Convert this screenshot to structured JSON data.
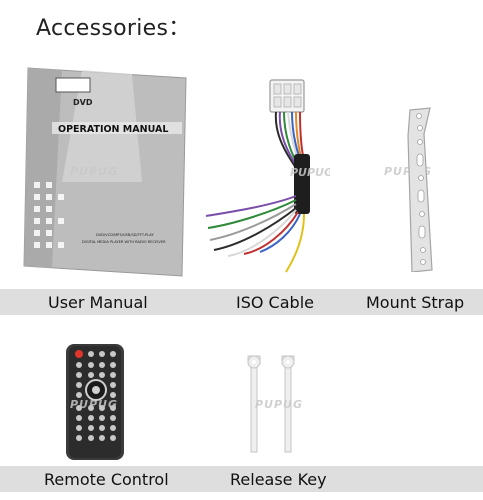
{
  "page": {
    "title": "Accessories："
  },
  "items": [
    {
      "label": "User Manual"
    },
    {
      "label": "ISO Cable"
    },
    {
      "label": "Mount Strap"
    },
    {
      "label": "Remote Control"
    },
    {
      "label": "Release Key"
    }
  ],
  "manual": {
    "logo": "DVD",
    "heading": "OPERATION MANUAL",
    "subtitle_line1": "DVD/VCD/MP3/USB/SD/TFT-PLAY",
    "subtitle_line2": "DIGITAL MEDIA PLAYER WITH RADIO RECEIVER"
  },
  "watermark": "PUPUG",
  "colors": {
    "bar": "#dedede",
    "manual_cover": "#bdbdbd",
    "remote_body": "#3a3a3a",
    "remote_red": "#e0352b"
  }
}
